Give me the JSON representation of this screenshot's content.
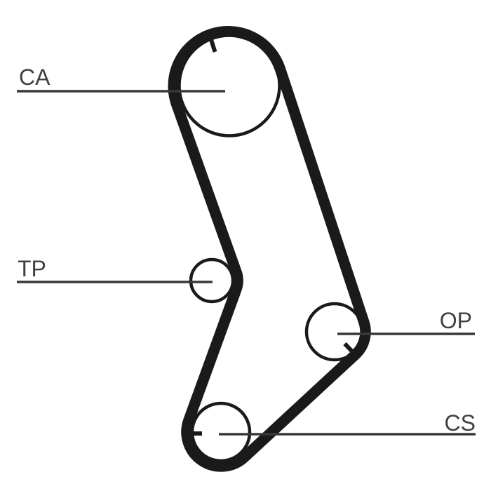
{
  "diagram": {
    "background_color": "#ffffff",
    "belt_color": "#1a1a1a",
    "pulley_outline_color": "#1a1a1a",
    "leader_line_color": "#383838",
    "label_color": "#414141",
    "labels": {
      "ca": "CA",
      "tp": "TP",
      "op": "OP",
      "cs": "CS"
    }
  }
}
